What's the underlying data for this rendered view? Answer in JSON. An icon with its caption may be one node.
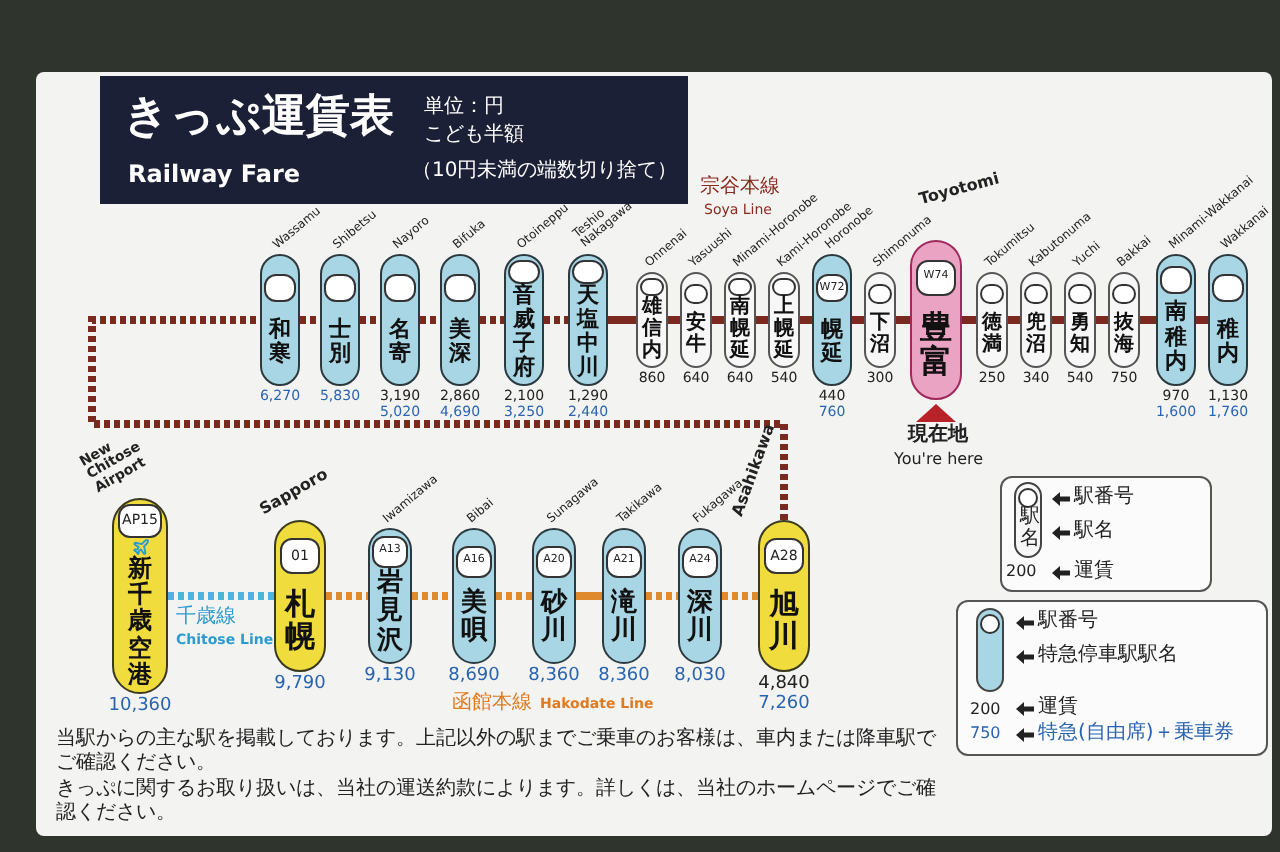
{
  "diagram": {
    "title": "きっぷ運賃表",
    "nodes": [
      {
        "text": [
          "和寒"
        ],
        "beside": [
          "Wassamu",
          "6,270"
        ]
      },
      {
        "text": [
          "士別"
        ],
        "beside": [
          "Shibetsu",
          "5,830"
        ]
      },
      {
        "text": [
          "名寄"
        ],
        "beside": [
          "Nayoro",
          "3,190",
          "5,020"
        ]
      },
      {
        "text": [
          "美深"
        ],
        "beside": [
          "Bifuka",
          "2,860",
          "4,690"
        ]
      },
      {
        "text": [
          "音威子府"
        ],
        "beside": [
          "Otoineppu",
          "2,100",
          "3,250"
        ]
      },
      {
        "text": [
          "天塩中川"
        ],
        "beside": [
          "Teshio Nakagawa",
          "1,290",
          "2,440"
        ]
      },
      {
        "text": [
          "雄信内"
        ],
        "beside": [
          "Onnenai",
          "860"
        ]
      },
      {
        "text": [
          "安牛"
        ],
        "beside": [
          "Yasuushi",
          "640"
        ]
      },
      {
        "text": [
          "南幌延"
        ],
        "beside": [
          "Minami-Horonobe",
          "640"
        ]
      },
      {
        "text": [
          "上幌延"
        ],
        "beside": [
          "Kami-Horonobe",
          "540"
        ]
      },
      {
        "text": [
          "W72",
          "幌延"
        ],
        "beside": [
          "Horonobe",
          "440",
          "760"
        ]
      },
      {
        "text": [
          "下沼"
        ],
        "beside": [
          "Shimonuma",
          "300"
        ]
      },
      {
        "text": [
          "W74",
          "豊富"
        ],
        "beside": [
          "Toyotomi"
        ]
      },
      {
        "text": [
          "徳満"
        ],
        "beside": [
          "Tokumitsu",
          "250"
        ]
      },
      {
        "text": [
          "兜沼"
        ],
        "beside": [
          "Kabutonuma",
          "340"
        ]
      },
      {
        "text": [
          "勇知"
        ],
        "beside": [
          "Yuchi",
          "540"
        ]
      },
      {
        "text": [
          "抜海"
        ],
        "beside": [
          "Bakkai",
          "750"
        ]
      },
      {
        "text": [
          "南稚内"
        ],
        "beside": [
          "Minami-Wakkanai",
          "970",
          "1,600"
        ]
      },
      {
        "text": [
          "稚内"
        ],
        "beside": [
          "Wakkanai",
          "1,130",
          "1,760"
        ]
      },
      {
        "text": [
          "AP15",
          "新千歳空港"
        ],
        "beside": [
          "New Chitose Airport",
          "10,360"
        ]
      },
      {
        "text": [
          "01",
          "札幌"
        ],
        "beside": [
          "Sapporo",
          "9,790"
        ]
      },
      {
        "text": [
          "A13",
          "岩見沢"
        ],
        "beside": [
          "Iwamizawa",
          "9,130"
        ]
      },
      {
        "text": [
          "A16",
          "美唄"
        ],
        "beside": [
          "Bibai",
          "8,690"
        ]
      },
      {
        "text": [
          "A20",
          "砂川"
        ],
        "beside": [
          "Sunagawa",
          "8,360"
        ]
      },
      {
        "text": [
          "A21",
          "滝川"
        ],
        "beside": [
          "Takikawa",
          "8,360"
        ]
      },
      {
        "text": [
          "A24",
          "深川"
        ],
        "beside": [
          "Fukagawa",
          "8,030"
        ]
      },
      {
        "text": [
          "A28",
          "旭川"
        ],
        "beside": [
          "Asahikawa",
          "4,840",
          "7,260"
        ]
      }
    ],
    "edges": [
      {
        "from": 19,
        "to": 20,
        "arrow": "none",
        "style": "dashed",
        "color": "#4fb3e0"
      },
      {
        "from": 20,
        "to": 21,
        "arrow": "none",
        "style": "dashed",
        "color": "#e08a2e"
      },
      {
        "from": 21,
        "to": 22,
        "arrow": "none",
        "style": "dashed",
        "color": "#e08a2e"
      },
      {
        "from": 22,
        "to": 23,
        "arrow": "none",
        "style": "dashed",
        "color": "#e08a2e"
      },
      {
        "from": 23,
        "to": 24,
        "arrow": "none",
        "color": "#e08a2e"
      },
      {
        "from": 24,
        "to": 25,
        "arrow": "none",
        "style": "dashed",
        "color": "#e08a2e"
      },
      {
        "from": 25,
        "to": 26,
        "arrow": "none",
        "style": "dashed",
        "color": "#e08a2e"
      },
      {
        "from": 26,
        "to": 0,
        "arrow": "none",
        "style": "dashed"
      },
      {
        "from": 0,
        "to": 1,
        "arrow": "none",
        "style": "dashed"
      },
      {
        "from": 1,
        "to": 2,
        "arrow": "none",
        "style": "dashed"
      },
      {
        "from": 2,
        "to": 3,
        "arrow": "none",
        "style": "dashed"
      },
      {
        "from": 3,
        "to": 4,
        "arrow": "none",
        "style": "dashed"
      },
      {
        "from": 4,
        "to": 5,
        "arrow": "none",
        "style": "dashed"
      },
      {
        "from": 5,
        "to": 6,
        "arrow": "none"
      },
      {
        "from": 6,
        "to": 7,
        "arrow": "none"
      },
      {
        "from": 7,
        "to": 8,
        "arrow": "none"
      },
      {
        "from": 8,
        "to": 9,
        "arrow": "none"
      },
      {
        "from": 9,
        "to": 10,
        "arrow": "none"
      },
      {
        "from": 10,
        "to": 11,
        "arrow": "none"
      },
      {
        "from": 11,
        "to": 12,
        "arrow": "none"
      },
      {
        "from": 12,
        "to": 13,
        "arrow": "none"
      },
      {
        "from": 13,
        "to": 14,
        "arrow": "none"
      },
      {
        "from": 14,
        "to": 15,
        "arrow": "none"
      },
      {
        "from": 15,
        "to": 16,
        "arrow": "none"
      },
      {
        "from": 16,
        "to": 17,
        "arrow": "none"
      },
      {
        "from": 17,
        "to": 18,
        "arrow": "none"
      }
    ],
    "labels": [
      "Railway Fare",
      "単位：円",
      "こども半額",
      "（10円未満の端数切り捨て）",
      "宗谷本線",
      "Soya Line",
      "現在地",
      "You're here",
      "駅名",
      "駅番号",
      "駅名",
      "200",
      "運賃",
      "駅番号",
      "特急停車駅駅名",
      "200",
      "運賃",
      "750",
      "特急(自由席)＋乗車券",
      "千歳線",
      "Chitose Line",
      "函館本線",
      "Hakodate Line",
      "当駅からの主な駅を掲載しております。上記以外の駅までご乗車のお客様は、車内または降車駅でご確認ください。",
      "きっぷに関するお取り扱いは、当社の運送約款によります。詳しくは、当社のホームページでご確認ください。"
    ]
  }
}
